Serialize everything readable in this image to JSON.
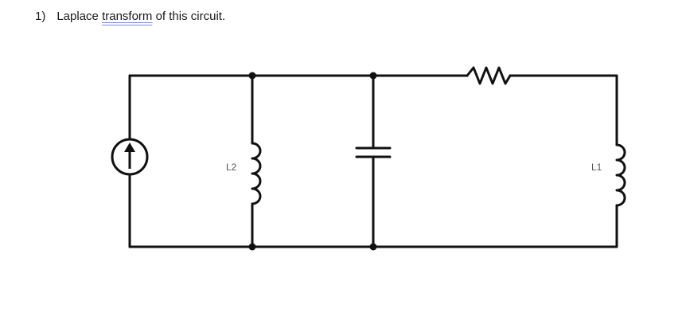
{
  "question": {
    "number": "1)",
    "before": "Laplace ",
    "underlined": "transform",
    "after": " of this circuit."
  },
  "circuit": {
    "components": [
      "current-source",
      "L2",
      "capacitor",
      "resistor",
      "L1"
    ],
    "labels": {
      "l2": "L2",
      "l1": "L1"
    },
    "wire_color": "#111111",
    "label_color": "#555555"
  }
}
